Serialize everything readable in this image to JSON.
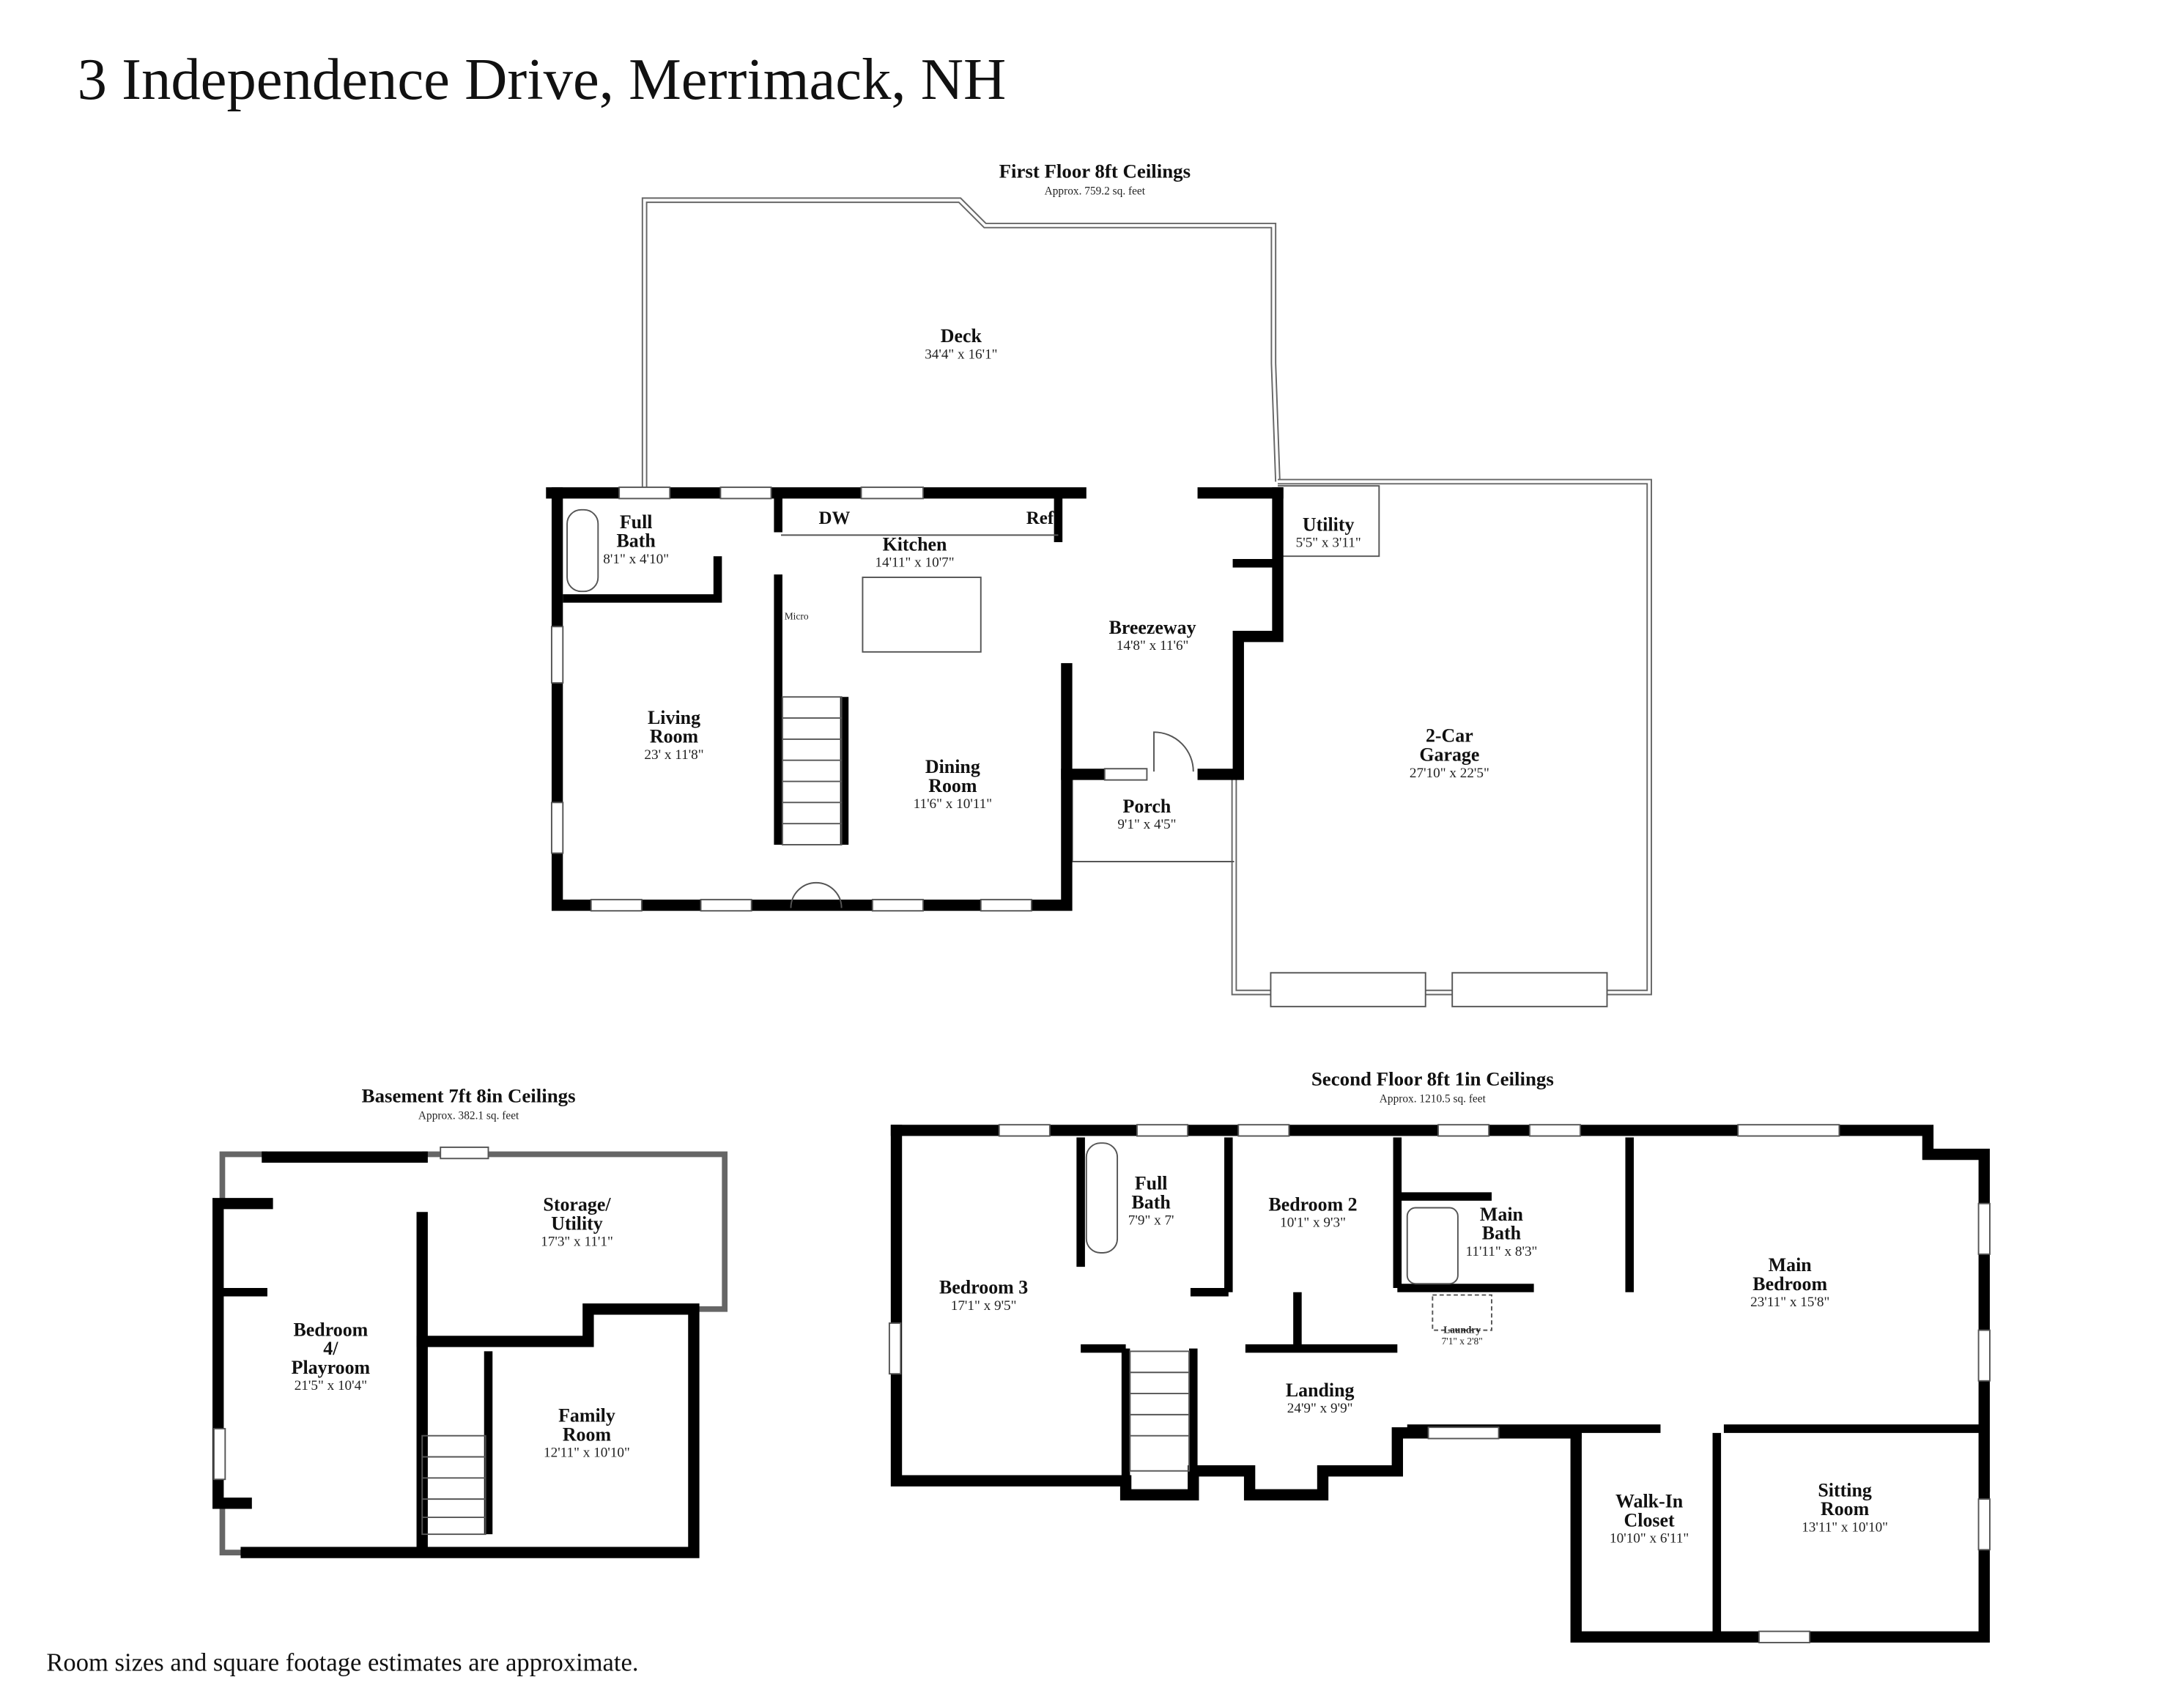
{
  "title": "3 Independence Drive, Merrimack, NH",
  "footnote": "Room sizes and square footage estimates are approximate.",
  "floors": {
    "first": {
      "name": "First Floor 8ft Ceilings",
      "area": "Approx. 759.2 sq. feet",
      "rooms": [
        {
          "name": [
            "Deck"
          ],
          "dims": "34'4\" x 16'1\""
        },
        {
          "name": [
            "Full",
            "Bath"
          ],
          "dims": "8'1\" x 4'10\""
        },
        {
          "name": [
            "Kitchen"
          ],
          "dims": "14'11\" x 10'7\""
        },
        {
          "name": [
            "Living",
            "Room"
          ],
          "dims": "23' x 11'8\""
        },
        {
          "name": [
            "Dining",
            "Room"
          ],
          "dims": "11'6\" x 10'11\""
        },
        {
          "name": [
            "Breezeway"
          ],
          "dims": "14'8\" x 11'6\""
        },
        {
          "name": [
            "Utility"
          ],
          "dims": "5'5\" x 3'11\""
        },
        {
          "name": [
            "Porch"
          ],
          "dims": "9'1\" x 4'5\""
        },
        {
          "name": [
            "2-Car",
            "Garage"
          ],
          "dims": "27'10\" x 22'5\""
        }
      ],
      "fixtures": {
        "dishwasher": "DW",
        "refrigerator": "Ref",
        "microwave": "Micro"
      }
    },
    "basement": {
      "name": "Basement 7ft 8in Ceilings",
      "area": "Approx. 382.1 sq. feet",
      "rooms": [
        {
          "name": [
            "Storage/",
            "Utility"
          ],
          "dims": "17'3\" x 11'1\""
        },
        {
          "name": [
            "Bedroom",
            "4/",
            "Playroom"
          ],
          "dims": "21'5\" x 10'4\""
        },
        {
          "name": [
            "Family",
            "Room"
          ],
          "dims": "12'11\" x 10'10\""
        }
      ]
    },
    "second": {
      "name": "Second Floor 8ft 1in Ceilings",
      "area": "Approx. 1210.5 sq. feet",
      "rooms": [
        {
          "name": [
            "Bedroom 3"
          ],
          "dims": "17'1\" x 9'5\""
        },
        {
          "name": [
            "Full",
            "Bath"
          ],
          "dims": "7'9\" x 7'"
        },
        {
          "name": [
            "Bedroom 2"
          ],
          "dims": "10'1\" x 9'3\""
        },
        {
          "name": [
            "Main",
            "Bath"
          ],
          "dims": "11'11\" x 8'3\""
        },
        {
          "name": [
            "Main",
            "Bedroom"
          ],
          "dims": "23'11\" x 15'8\""
        },
        {
          "name": [
            "Landing"
          ],
          "dims": "24'9\" x 9'9\""
        },
        {
          "name": [
            "Walk-In",
            "Closet"
          ],
          "dims": "10'10\" x 6'11\""
        },
        {
          "name": [
            "Sitting",
            "Room"
          ],
          "dims": "13'11\" x 10'10\""
        }
      ],
      "fixtures": {
        "laundry": "Laundry",
        "laundry_dims": "7'1\" x 2'8\""
      }
    }
  }
}
